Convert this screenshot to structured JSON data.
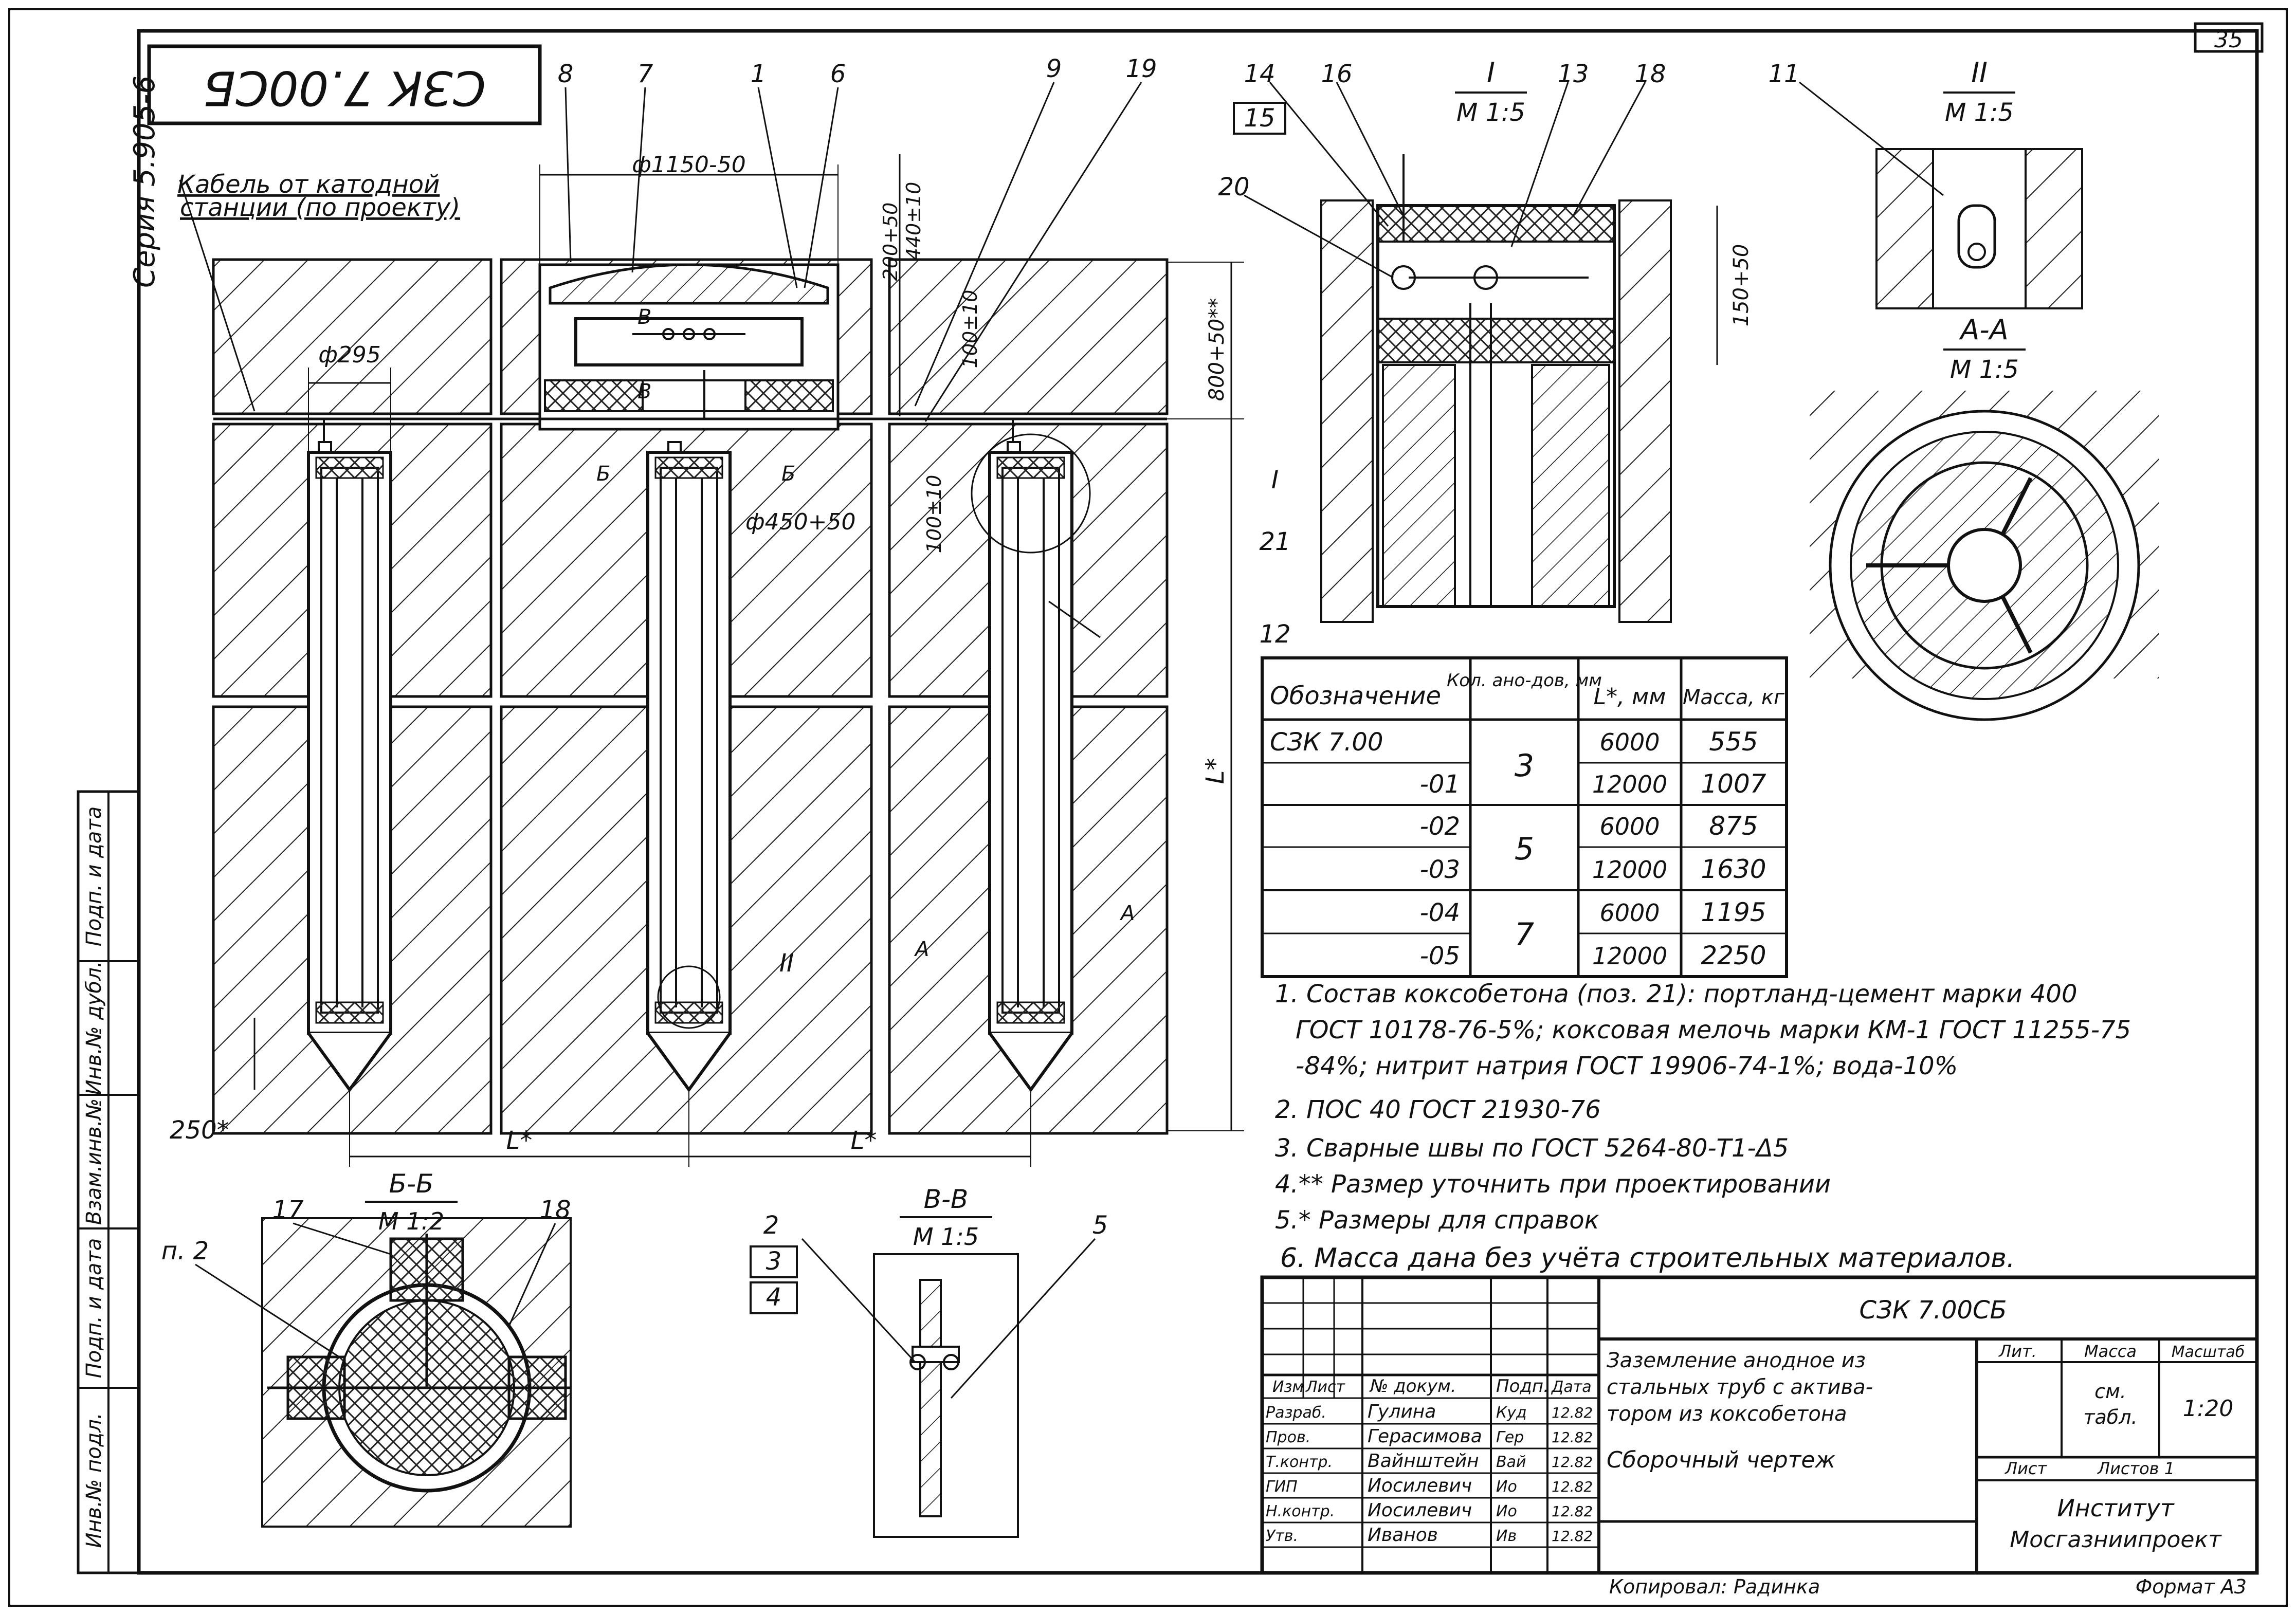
{
  "sheet": {
    "page_number": "35",
    "code_stamp": "СЗК 7.00СБ",
    "series": "Серия 5.905-6",
    "format": "Формат А3",
    "copied_by": "Копировал: Радинка"
  },
  "side_stamp": [
    "Инв.№ подл.",
    "Подп. и дата",
    "Взам.инв.№",
    "Инв.№ дубл.",
    "Подп. и дата"
  ],
  "main_view": {
    "cable_label_1": "Кабель от катодной",
    "cable_label_2": "станции (по проекту)",
    "dims": {
      "d1150": "ф1150-50",
      "d295": "ф295",
      "d450": "ф450+50",
      "h200": "200+50",
      "h440": "440±10",
      "h100a": "100±10",
      "h100b": "100±10",
      "h800": "800+50**",
      "lstar": "L*",
      "l1": "L*",
      "l2": "L*",
      "d250": "250*"
    },
    "cut_labels": {
      "b1": "Б",
      "b2": "Б",
      "v1": "В",
      "v2": "В",
      "a1": "А",
      "a2": "А"
    },
    "callouts": {
      "c8": "8",
      "c7": "7",
      "c1": "1",
      "c6": "6",
      "c9": "9",
      "c19": "19",
      "cI": "I",
      "c21": "21",
      "c12": "12",
      "cII": "II"
    }
  },
  "view_I": {
    "title": "I",
    "scale": "М 1:5",
    "callouts": {
      "c14": "14",
      "c15": "15",
      "c16": "16",
      "c13": "13",
      "c18": "18",
      "c20": "20"
    },
    "dim": "150+50"
  },
  "view_II": {
    "title": "II",
    "scale": "М 1:5",
    "callout": "11"
  },
  "view_AA": {
    "title": "А-А",
    "scale": "М 1:5"
  },
  "view_BB": {
    "title": "Б-Б",
    "scale": "М 1:2",
    "callouts": {
      "c17": "17",
      "c18": "18",
      "p2": "п. 2"
    }
  },
  "view_VV": {
    "title": "В-В",
    "scale": "М 1:5",
    "callouts": {
      "c2": "2",
      "c3": "3",
      "c4": "4",
      "c5": "5"
    }
  },
  "spec_table": {
    "headers": [
      "Обозначение",
      "Кол. ано-дов, мм",
      "L*, мм",
      "Масса, кг"
    ],
    "rows": [
      {
        "designation": "СЗК 7.00",
        "length": "6000",
        "mass": "555"
      },
      {
        "designation": "-01",
        "length": "12000",
        "mass": "1007"
      },
      {
        "designation": "-02",
        "length": "6000",
        "mass": "875"
      },
      {
        "designation": "-03",
        "length": "12000",
        "mass": "1630"
      },
      {
        "designation": "-04",
        "length": "6000",
        "mass": "1195"
      },
      {
        "designation": "-05",
        "length": "12000",
        "mass": "2250"
      }
    ],
    "anodes": [
      "3",
      "5",
      "7"
    ]
  },
  "notes": [
    "1. Состав коксобетона (поз. 21): портланд-цемент марки 400",
    "ГОСТ 10178-76-5%; коксовая мелочь марки КМ-1 ГОСТ 11255-75",
    "-84%; нитрит натрия ГОСТ 19906-74-1%; вода-10%",
    "2. ПОС 40 ГОСТ 21930-76",
    "3. Сварные швы по ГОСТ 5264-80-Т1-Δ5",
    "4.** Размер уточнить при проектировании",
    "5.* Размеры для справок",
    "6. Масса дана без учёта строительных материалов."
  ],
  "title_block": {
    "code": "СЗК 7.00СБ",
    "name_1": "Заземление анодное из",
    "name_2": "стальных труб с актива-",
    "name_3": "тором из коксобетона",
    "name_4": "Сборочный чертеж",
    "col_heads": [
      "Изм",
      "Лист",
      "№ докум.",
      "Подп.",
      "Дата"
    ],
    "roles": [
      {
        "role": "Разраб.",
        "name": "Гулина",
        "sign": "Куд",
        "date": "12.82"
      },
      {
        "role": "Пров.",
        "name": "Герасимова",
        "sign": "Гер",
        "date": "12.82"
      },
      {
        "role": "Т.контр.",
        "name": "Вайнштейн",
        "sign": "Вай",
        "date": "12.82"
      },
      {
        "role": "ГИП",
        "name": "Иосилевич",
        "sign": "Ио",
        "date": "12.82"
      },
      {
        "role": "Н.контр.",
        "name": "Иосилевич",
        "sign": "Ио",
        "date": "12.82"
      },
      {
        "role": "Утв.",
        "name": "Иванов",
        "sign": "Ив",
        "date": "12.82"
      }
    ],
    "lit": "Лит.",
    "mass_head": "Масса",
    "scale_head": "Масштаб",
    "mass_val_1": "см.",
    "mass_val_2": "табл.",
    "scale_val": "1:20",
    "sheet": "Лист",
    "sheets": "Листов 1",
    "org_1": "Институт",
    "org_2": "Мосгазниипроект"
  }
}
